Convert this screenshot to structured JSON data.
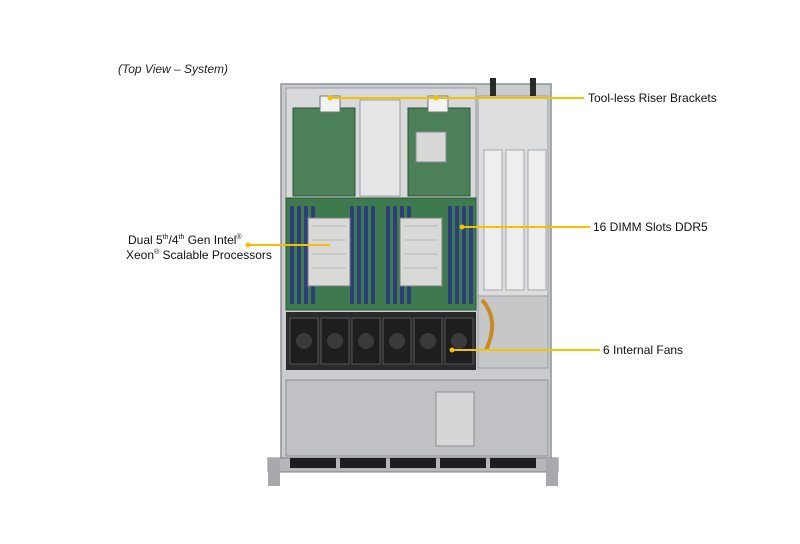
{
  "view_caption": "(Top View – System)",
  "callouts": {
    "riser": "Tool-less Riser Brackets",
    "dimm": "16 DIMM Slots DDR5",
    "fans": "6 Internal  Fans",
    "cpu": {
      "line1_a": "Dual 5",
      "line1_sup1": "th",
      "line1_b": "/4",
      "line1_sup2": "th",
      "line1_c": " Gen Intel",
      "line1_sup3": "®",
      "line2_a": "Xeon",
      "line2_sup": "®",
      "line2_b": " Scalable Processors"
    }
  },
  "colors": {
    "callout_line": "#f2c200",
    "pcb_green": "#3f7a4f",
    "chassis": "#c9cbce",
    "fan_black": "#1e1e20"
  }
}
